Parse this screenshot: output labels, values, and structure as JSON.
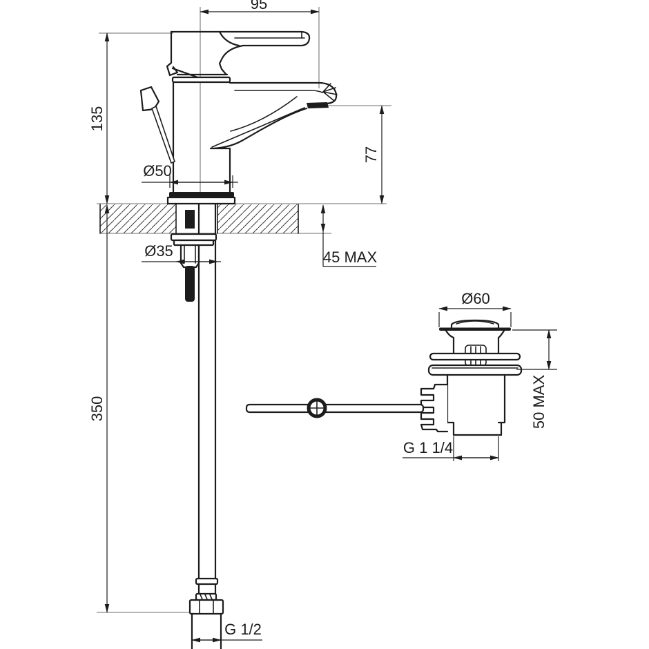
{
  "drawing": {
    "dimensions": {
      "spout_reach": "95",
      "body_height": "135",
      "spout_height": "77",
      "base_diameter": "Ø50",
      "shank_hole_diameter": "Ø35",
      "deck_thickness_max": "45 MAX",
      "supply_pipe_length": "350",
      "supply_thread": "G 1/2",
      "waste_cap_diameter": "Ø60",
      "waste_deck_max": "50 MAX",
      "waste_thread": "G 1 1/4"
    }
  }
}
